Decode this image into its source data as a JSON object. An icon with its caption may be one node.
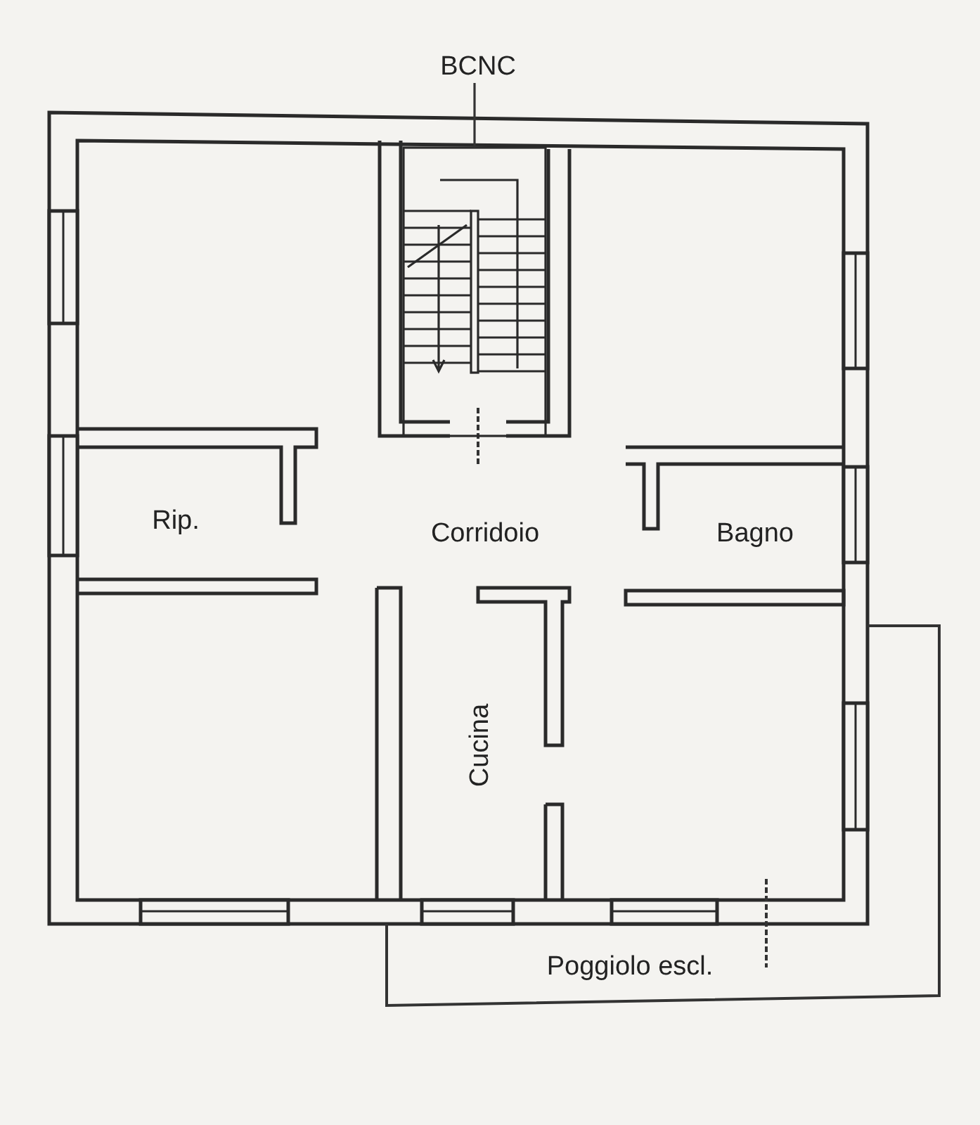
{
  "diagram": {
    "nodes": [
      {
        "text": [
          "BCNC"
        ]
      },
      {
        "text": [],
        "shape": "box"
      },
      {
        "text": [
          "Rip."
        ]
      },
      {
        "text": [
          "Corridoio"
        ]
      },
      {
        "text": [
          "Bagno"
        ]
      },
      {
        "text": [
          "Cucina"
        ]
      },
      {
        "text": [
          "Poggiolo escl."
        ]
      }
    ],
    "edges": [
      {
        "from": 0,
        "to": 1,
        "arrow": "none"
      }
    ]
  }
}
